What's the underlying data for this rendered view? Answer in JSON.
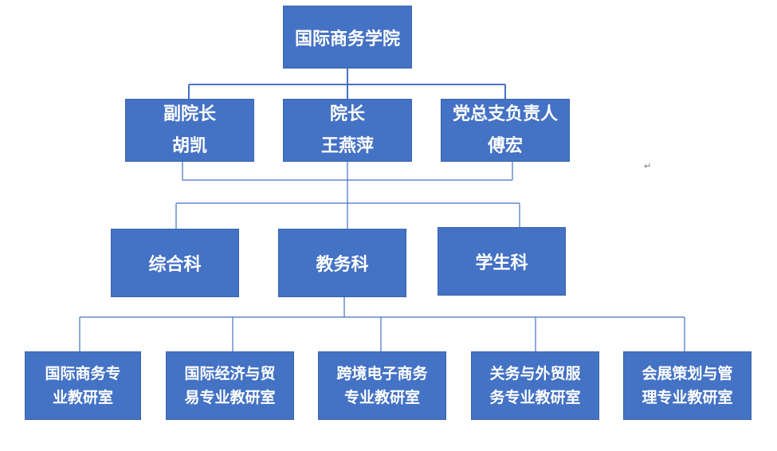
{
  "colors": {
    "box_fill": "#4472c4",
    "box_text": "#ffffff",
    "connector": "#4472c4"
  },
  "root": {
    "label": "国际商务学院"
  },
  "leadership": [
    {
      "title": "副院长",
      "name": "胡凯"
    },
    {
      "title": "院长",
      "name": "王燕萍"
    },
    {
      "title": "党总支负责人",
      "name": "傅宏"
    }
  ],
  "offices": [
    {
      "label": "综合科"
    },
    {
      "label": "教务科"
    },
    {
      "label": "学生科"
    }
  ],
  "departments": [
    {
      "line1": "国际商务专",
      "line2": "业教研室"
    },
    {
      "line1": "国际经济与贸",
      "line2": "易专业教研室"
    },
    {
      "line1": "跨境电子商务",
      "line2": "专业教研室"
    },
    {
      "line1": "关务与外贸服",
      "line2": "务专业教研室"
    },
    {
      "line1": "会展策划与管",
      "line2": "理专业教研室"
    }
  ],
  "marks": {
    "return_mark": "↵"
  }
}
